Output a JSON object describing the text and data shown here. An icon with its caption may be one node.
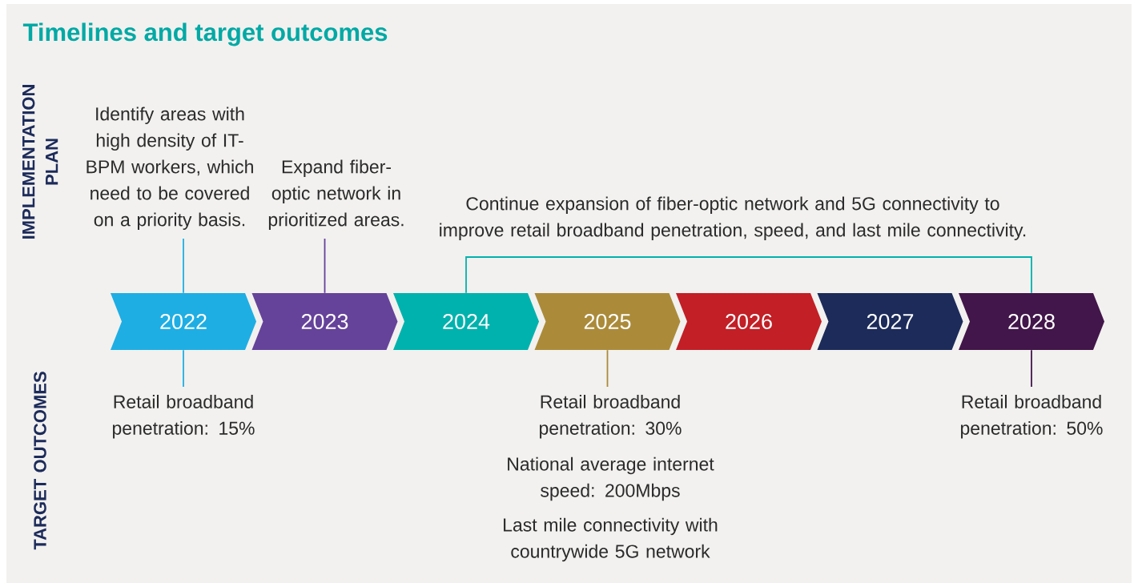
{
  "diagram": {
    "title": "Timelines and target outcomes",
    "nodes": [
      {
        "text": [
          "2022"
        ]
      },
      {
        "text": [
          "2023"
        ]
      },
      {
        "text": [
          "2024"
        ]
      },
      {
        "text": [
          "2025"
        ]
      },
      {
        "text": [
          "2026"
        ]
      },
      {
        "text": [
          "2027"
        ]
      },
      {
        "text": [
          "2028"
        ]
      },
      {
        "text": [
          "Identify areas with high density of IT-BPM workers, which need to be covered on a priority basis."
        ]
      },
      {
        "text": [
          "Expand fiber-optic network in prioritized areas."
        ]
      },
      {
        "text": [
          "Continue expansion of fiber-optic network and 5G connectivity to improve retail broadband penetration, speed, and last mile connectivity."
        ]
      },
      {
        "text": [
          "Retail broadband penetration: 15%"
        ]
      },
      {
        "text": [
          "Retail broadband penetration: 30%"
        ]
      },
      {
        "text": [
          "Retail broadband penetration: 50%"
        ]
      }
    ],
    "edges": [
      {
        "from": 7,
        "to": 0,
        "arrow": "none",
        "color": "#1eaee4"
      },
      {
        "from": 8,
        "to": 1,
        "arrow": "none",
        "color": "#65439a"
      },
      {
        "from": 9,
        "to": 2,
        "arrow": "none",
        "color": "#00b2ad"
      },
      {
        "from": 9,
        "to": 6,
        "arrow": "none",
        "color": "#00b2ad"
      },
      {
        "from": 0,
        "to": 10,
        "arrow": "none",
        "color": "#1eaee4"
      },
      {
        "from": 3,
        "to": 11,
        "arrow": "none",
        "color": "#ab8b3a"
      },
      {
        "from": 6,
        "to": 12,
        "arrow": "none",
        "color": "#42164a"
      }
    ],
    "labels": [
      "IMPLEMENTATION PLAN",
      "TARGET OUTCOMES",
      "National average internet speed: 200Mbps",
      "Last mile connectivity with countrywide 5G network"
    ]
  }
}
